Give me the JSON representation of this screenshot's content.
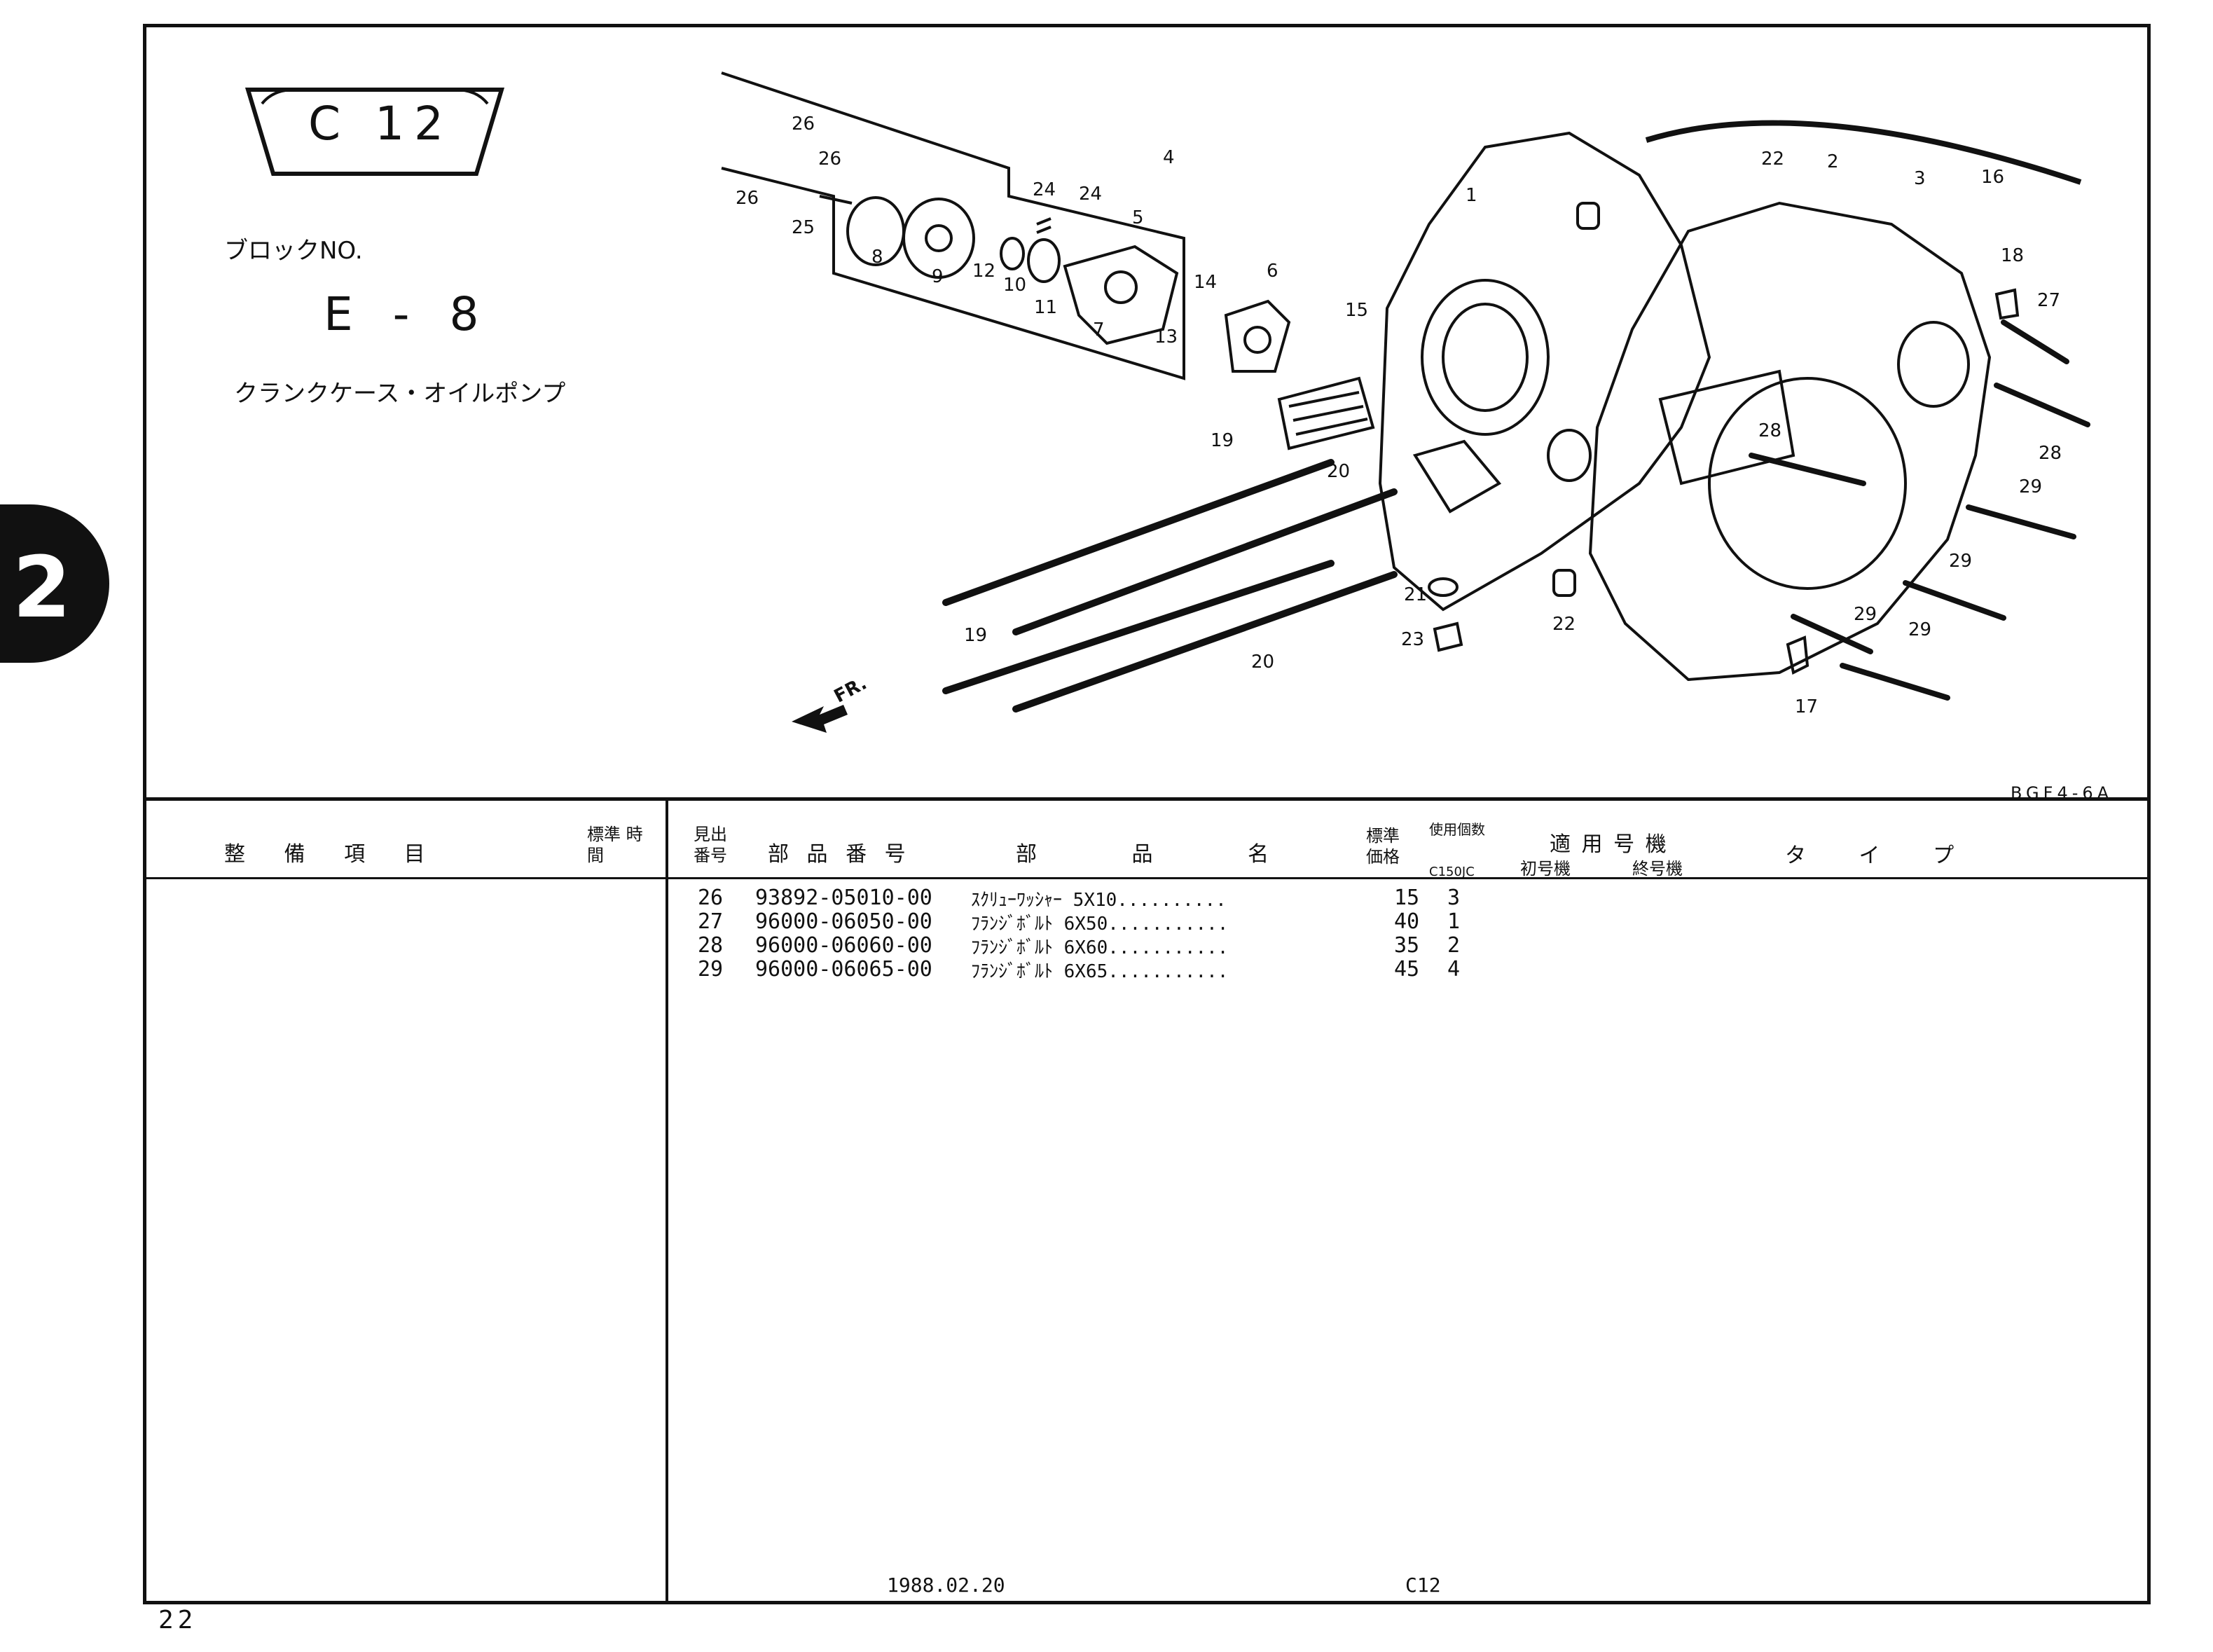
{
  "section_tab": "2",
  "page_number": "22",
  "block": {
    "plate": "C 12",
    "label": "ブロックNO.",
    "code": "E - 8",
    "name": "クランクケース・オイルポンプ"
  },
  "diagram": {
    "ref_code": "BGF4-6A",
    "front_label": "FR.",
    "callouts": [
      "1",
      "2",
      "3",
      "4",
      "5",
      "6",
      "7",
      "8",
      "9",
      "10",
      "11",
      "12",
      "13",
      "14",
      "15",
      "16",
      "17",
      "18",
      "19",
      "19",
      "20",
      "20",
      "21",
      "22",
      "22",
      "23",
      "24",
      "24",
      "25",
      "26",
      "26",
      "26",
      "27",
      "28",
      "28",
      "29",
      "29",
      "29",
      "29"
    ]
  },
  "table": {
    "headers": {
      "service_item": "整 備 項 目",
      "std_time": "標準 時間",
      "ref_no": "見出 番号",
      "part_no": "部 品 番 号",
      "part_name": "部 品 名",
      "price": "標準 価格",
      "qty": "使用個数",
      "model": "C150JC",
      "applicable": "適 用 号 機",
      "first": "初号機",
      "last": "終号機",
      "type": "タ イ プ"
    },
    "rows": [
      {
        "ref": "26",
        "part_no": "93892-05010-00",
        "name": "ｽｸﾘｭｰﾜｯｼｬｰ 5X10..........",
        "price": "15",
        "qty": "3"
      },
      {
        "ref": "27",
        "part_no": "96000-06050-00",
        "name": "ﾌﾗﾝｼﾞﾎﾞﾙﾄ 6X50...........",
        "price": "40",
        "qty": "1"
      },
      {
        "ref": "28",
        "part_no": "96000-06060-00",
        "name": "ﾌﾗﾝｼﾞﾎﾞﾙﾄ 6X60...........",
        "price": "35",
        "qty": "2"
      },
      {
        "ref": "29",
        "part_no": "96000-06065-00",
        "name": "ﾌﾗﾝｼﾞﾎﾞﾙﾄ 6X65...........",
        "price": "45",
        "qty": "4"
      }
    ]
  },
  "footer": {
    "date": "1988.02.20",
    "code": "C12"
  }
}
